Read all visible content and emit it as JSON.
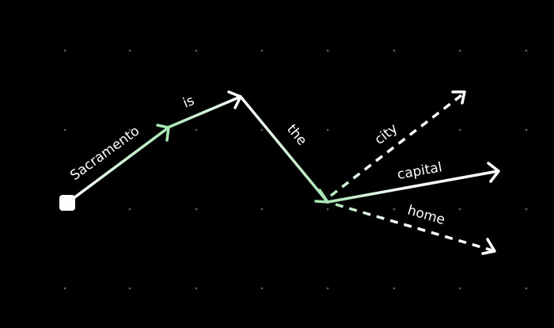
{
  "tokens": {
    "sacramento": "Sacramento",
    "is": "is",
    "the": "the"
  },
  "branches": {
    "city": "city",
    "capital": "capital",
    "home": "home"
  },
  "colors": {
    "background": "#000000",
    "grid_dot": "#5a5a5a",
    "green": "#a8e6b2",
    "white": "#ffffff"
  }
}
